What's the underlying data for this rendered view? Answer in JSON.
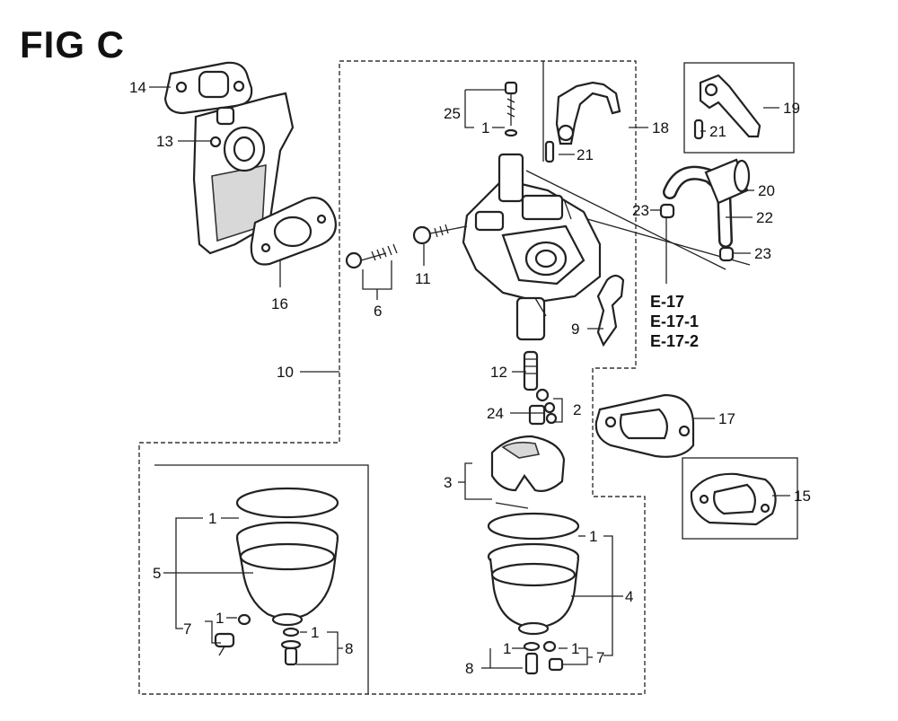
{
  "figure": {
    "title": "FIG C"
  },
  "callouts": {
    "p14": "14",
    "p13": "13",
    "p16": "16",
    "p25": "25",
    "p1a": "1",
    "p18": "18",
    "p21a": "21",
    "p19": "19",
    "p21b": "21",
    "p20": "20",
    "p22": "22",
    "p23a": "23",
    "p23b": "23",
    "p6": "6",
    "p11": "11",
    "p9": "9",
    "p10": "10",
    "p12": "12",
    "p24": "24",
    "p2": "2",
    "p17": "17",
    "p3": "3",
    "p15": "15",
    "p1b": "1",
    "p5": "5",
    "p7a": "7",
    "p1c": "1",
    "p1d": "1",
    "p8a": "8",
    "p1e": "1",
    "p4": "4",
    "p8b": "8",
    "p1f": "1",
    "p1g": "1",
    "p7b": "7"
  },
  "references": [
    "E-17",
    "E-17-1",
    "E-17-2"
  ]
}
